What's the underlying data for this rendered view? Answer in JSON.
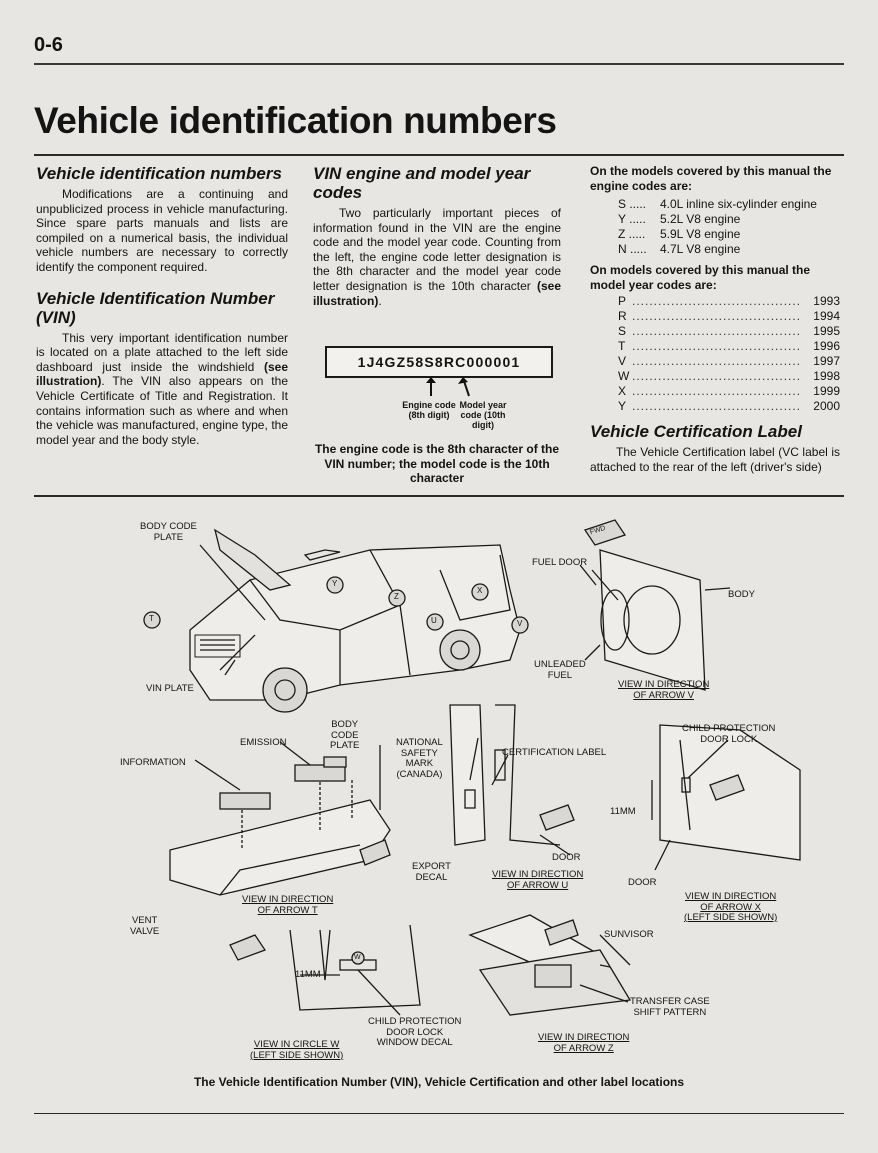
{
  "page_number": "0-6",
  "title": "Vehicle identification numbers",
  "col1": {
    "heading1": "Vehicle identification numbers",
    "para1": "Modifications are a continuing and unpublicized process in vehicle manufacturing. Since spare parts manuals and lists are compiled on a numerical basis, the individual vehicle numbers are necessary to correctly identify the component required.",
    "heading2": "Vehicle Identification Number (VIN)",
    "para2_a": "This very important identification number is located on a plate attached to the left side dashboard just inside the windshield ",
    "para2_bold": "(see illustration)",
    "para2_b": ". The VIN also appears on the Vehicle Certificate of Title and Registration. It contains information such as where and when the vehicle was manufactured, engine type, the model year and the body style."
  },
  "col2": {
    "heading": "VIN engine and model year codes",
    "para_a": "Two particularly important pieces of information found in the VIN are the engine code and the model year code. Counting from the left, the engine code letter designation is the 8th character and the model year code letter designation is the 10th character ",
    "para_bold": "(see illustration)",
    "para_b": ".",
    "vin": "1J4GZ58S8RC000001",
    "engine_label": "Engine code (8th digit)",
    "year_label": "Model year code (10th digit)",
    "caption": "The engine code is the 8th character of the VIN number; the model code is the 10th character"
  },
  "col3": {
    "engine_intro": "On the models covered by this manual the engine codes are:",
    "engine_codes": [
      {
        "code": "S .....",
        "desc": "4.0L inline six-cylinder engine"
      },
      {
        "code": "Y .....",
        "desc": "5.2L V8 engine"
      },
      {
        "code": "Z .....",
        "desc": "5.9L V8 engine"
      },
      {
        "code": "N .....",
        "desc": "4.7L V8 engine"
      }
    ],
    "year_intro": "On models covered by this manual the model year codes are:",
    "year_codes": [
      {
        "code": "P",
        "year": "1993"
      },
      {
        "code": "R",
        "year": "1994"
      },
      {
        "code": "S",
        "year": "1995"
      },
      {
        "code": "T",
        "year": "1996"
      },
      {
        "code": "V",
        "year": "1997"
      },
      {
        "code": "W",
        "year": "1998"
      },
      {
        "code": "X",
        "year": "1999"
      },
      {
        "code": "Y",
        "year": "2000"
      }
    ],
    "dots": "..............................................",
    "heading": "Vehicle Certification Label",
    "para": "The Vehicle Certification label (VC label is attached to the rear of the left (driver's side)"
  },
  "figure": {
    "labels": {
      "body_code_plate": "BODY CODE\nPLATE",
      "vin_plate": "VIN PLATE",
      "fuel_door": "FUEL DOOR",
      "body": "BODY",
      "unleaded_fuel": "UNLEADED\nFUEL",
      "view_v": "VIEW IN DIRECTION\nOF ARROW V",
      "emission": "EMISSION",
      "body_code_plate2": "BODY\nCODE\nPLATE",
      "information": "INFORMATION",
      "national_safety": "NATIONAL\nSAFETY\nMARK\n(CANADA)",
      "certification_label": "CERTIFICATION LABEL",
      "child_protection_door_lock": "CHILD PROTECTION\nDOOR LOCK",
      "eleven_mm": "11MM",
      "door": "DOOR",
      "export_decal": "EXPORT\nDECAL",
      "view_u": "VIEW IN DIRECTION\nOF ARROW U",
      "door2": "DOOR",
      "view_t": "VIEW IN DIRECTION\nOF ARROW T",
      "vent_valve": "VENT\nVALVE",
      "view_x": "VIEW IN DIRECTION\nOF ARROW X\n(LEFT SIDE SHOWN)",
      "sunvisor": "SUNVISOR",
      "eleven_mm2": "11MM",
      "transfer_case": "TRANSFER CASE\nSHIFT PATTERN",
      "child_protection_window": "CHILD PROTECTION\nDOOR LOCK\nWINDOW DECAL",
      "view_w": "VIEW IN CIRCLE W\n(LEFT SIDE SHOWN)",
      "view_z": "VIEW IN DIRECTION\nOF ARROW Z",
      "fwd": "FWD",
      "arrow_t": "T",
      "arrow_v": "V",
      "arrow_y": "Y",
      "arrow_z": "Z",
      "arrow_w": "W",
      "arrow_x": "X",
      "arrow_u": "U"
    },
    "caption": "The Vehicle Identification Number (VIN), Vehicle Certification and other label locations"
  }
}
